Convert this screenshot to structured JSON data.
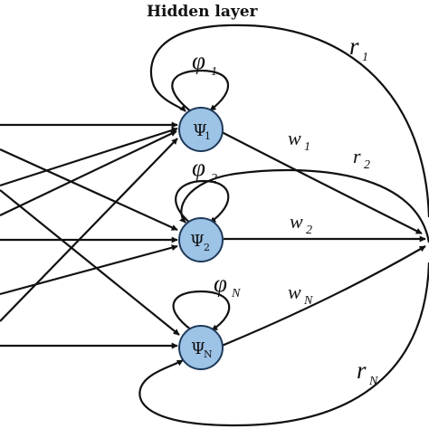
{
  "header": {
    "title": "Hidden layer"
  },
  "nodes": [
    {
      "symbol": "Ψ",
      "subscript": "1"
    },
    {
      "symbol": "Ψ",
      "subscript": "2"
    },
    {
      "symbol": "Ψ",
      "subscript": "N"
    }
  ],
  "self_weights": [
    {
      "symbol": "φ",
      "subscript": "1"
    },
    {
      "symbol": "φ",
      "subscript": "2"
    },
    {
      "symbol": "φ",
      "subscript": "N"
    }
  ],
  "output_weights": [
    {
      "symbol": "w",
      "subscript": "1"
    },
    {
      "symbol": "w",
      "subscript": "2"
    },
    {
      "symbol": "w",
      "subscript": "N"
    }
  ],
  "recurrent_weights": [
    {
      "symbol": "r",
      "subscript": "1"
    },
    {
      "symbol": "r",
      "subscript": "2"
    },
    {
      "symbol": "r",
      "subscript": "N"
    }
  ],
  "colors": {
    "node_fill": "#9dc3e6",
    "node_stroke": "#1f3a5a",
    "edge": "#111111",
    "background": "#ffffff"
  }
}
